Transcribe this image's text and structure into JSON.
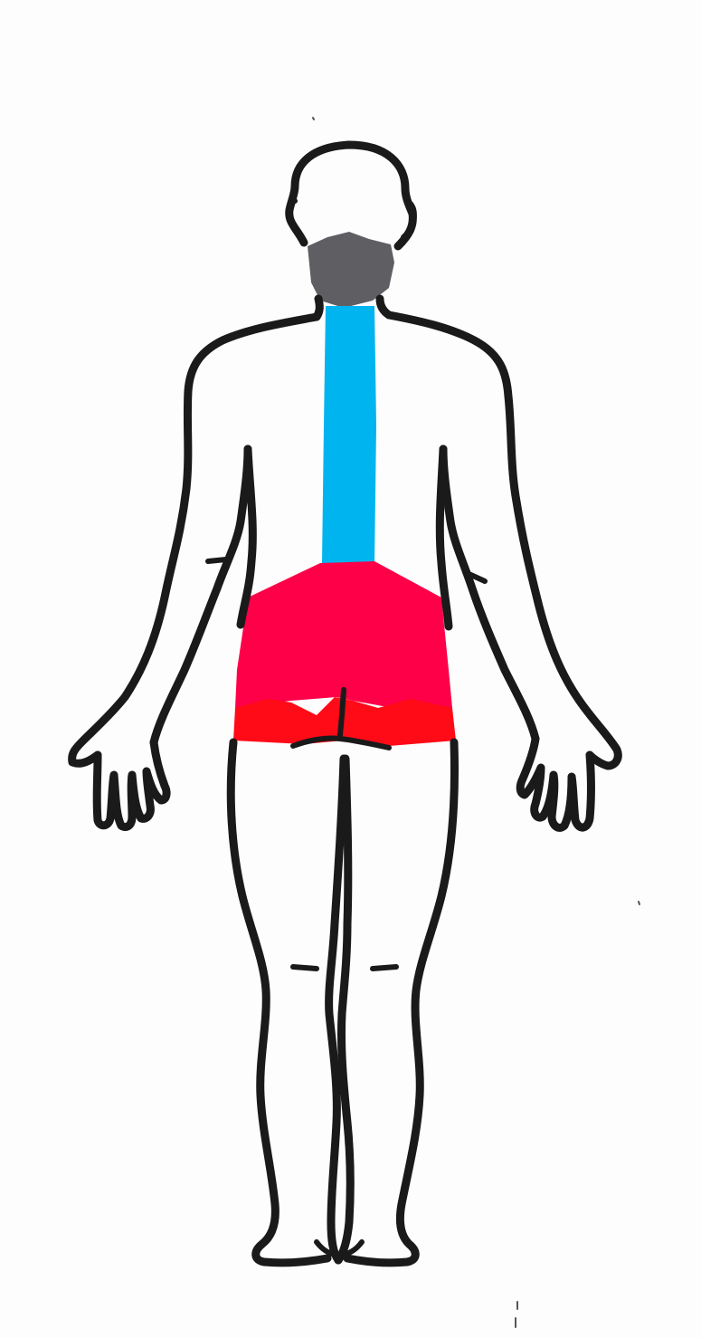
{
  "figure": {
    "view": "posterior",
    "outline_color": "#1a1a1a",
    "background_color": "#fdfdfd"
  },
  "regions": [
    {
      "id": "neck",
      "color": "#5f5e63"
    },
    {
      "id": "spine",
      "color": "#00b4ef"
    },
    {
      "id": "lower-back",
      "color": "#fe0047"
    },
    {
      "id": "buttocks",
      "color": "#ff0a17"
    }
  ]
}
